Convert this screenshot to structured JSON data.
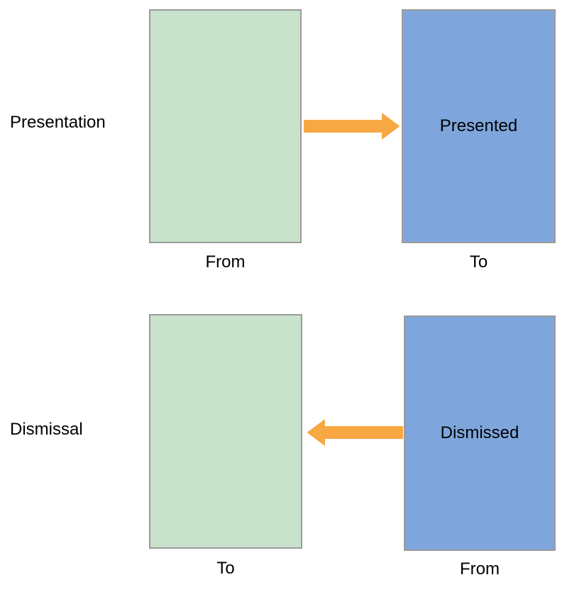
{
  "rows": {
    "presentation": {
      "label": "Presentation",
      "left_caption": "From",
      "right_caption": "To",
      "right_box_text": "Presented",
      "arrow_direction": "right"
    },
    "dismissal": {
      "label": "Dismissal",
      "left_caption": "To",
      "right_caption": "From",
      "right_box_text": "Dismissed",
      "arrow_direction": "left"
    }
  },
  "colors": {
    "box_green": "#C9E2CC",
    "box_blue": "#7EA6DC",
    "arrow_orange": "#F7A843",
    "box_border": "#9B9B9B",
    "label_text": "#000000"
  }
}
